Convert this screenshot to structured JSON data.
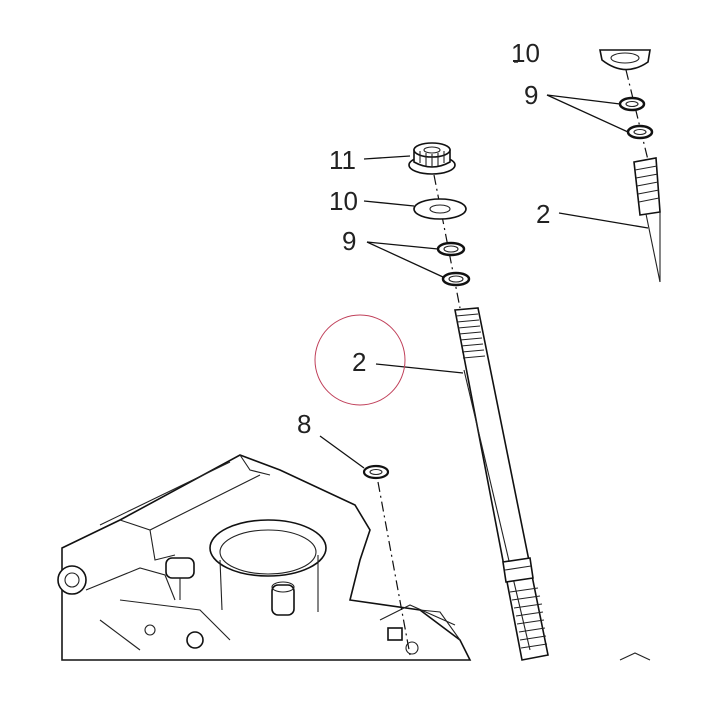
{
  "callouts": {
    "part_11": "11",
    "part_10": "10",
    "part_9": "9",
    "part_2_main": "2",
    "part_8": "8",
    "part_9_right": "9",
    "part_2_right": "2",
    "part_10_right_partial": "10"
  },
  "colors": {
    "line": "#111111",
    "highlight_circle": "#c0405a",
    "background": "#ffffff"
  }
}
